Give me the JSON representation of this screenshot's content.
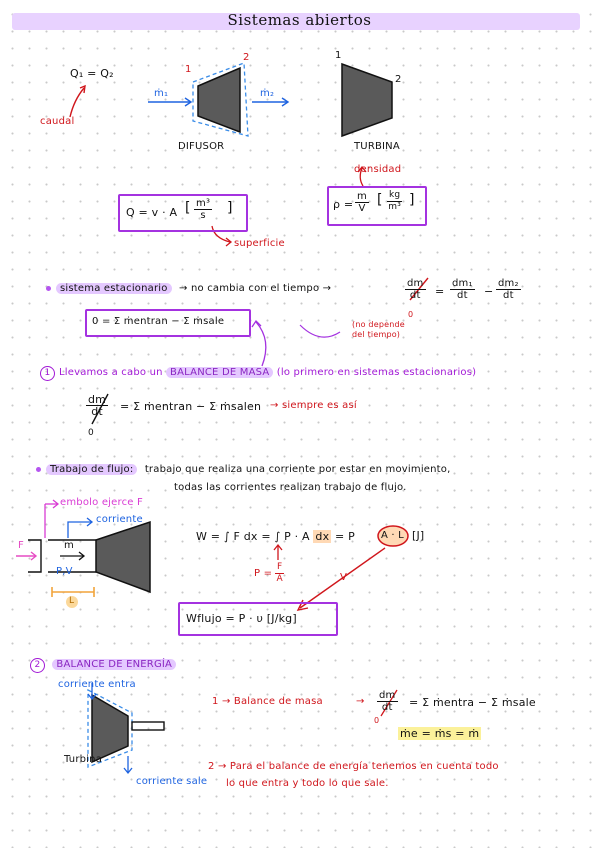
{
  "page": {
    "title": "Sistemas abiertos"
  },
  "top": {
    "q_eq": "Q₁ = Q₂",
    "caudal": "caudal",
    "m1": "ṁ₁",
    "m2": "ṁ₂",
    "n1": "1",
    "n2": "2",
    "t1": "1",
    "t2": "2",
    "difusor": "DIFUSOR",
    "turbina": "TURBINA",
    "densidad": "densidad",
    "q_formula": "Q = v · A",
    "q_unit_num": "m³",
    "q_unit_den": "s",
    "superficie": "superficie",
    "rho_lhs": "ρ =",
    "rho_num": "m",
    "rho_den": "V",
    "rho_unit_num": "kg",
    "rho_unit_den": "m³"
  },
  "estacionario": {
    "label": "sistema estacionario",
    "text": "→ no cambia con el tiempo →",
    "dm": "dm",
    "dt": "dt",
    "dm1": "dm₁",
    "dm2": "dm₂",
    "zero": "0",
    "no_depende": "(no depende\ndel tiempo)",
    "box": "0 = Σ ṁentran − Σ ṁsale"
  },
  "balance_masa": {
    "num": "1",
    "pre": "Llevamos a cabo un",
    "hl": "BALANCE DE MASA",
    "post": "(lo primero en sistemas estacionarios)",
    "eq": "= Σ ṁentran − Σ ṁsalen",
    "siempre": "→ siempre es así",
    "zero": "0"
  },
  "trabajo": {
    "hl": "Trabajo de flujo:",
    "line1": "trabajo que realiza una corriente por estar en movimiento,",
    "line2": "todas las corrientes realizan trabajo de flujo.",
    "embolo": "embolo ejerce F",
    "corriente": "corriente",
    "F": "F",
    "m": "m",
    "pv": "P,V",
    "L": "L",
    "w_eq": "W = ∫ F dx = ∫ P · A",
    "dx": "dx",
    "eq_P": "= P",
    "A_L": "A · L",
    "J": "[J]",
    "p_eq": "P =",
    "p_num": "F",
    "p_den": "A",
    "V": "V",
    "wflujo": "Wflujo = P · υ",
    "wunit": "[J/kg]"
  },
  "balance_energia": {
    "num": "2",
    "hl": "BALANCE DE ENERGÍA",
    "entra": "corriente entra",
    "sale": "corriente sale",
    "turbina": "Turbina",
    "p1_num": "1 →",
    "p1_text": "Balance de masa",
    "arrow": "→",
    "eq": "= Σ ṁentra − Σ ṁsale",
    "zero": "0",
    "me": "ṁe = ṁs = ṁ",
    "p2_num": "2 →",
    "p2_line1": "Para el balance de energía tenemos en cuenta todo",
    "p2_line2": "lo que entra y todo lo que sale."
  },
  "colors": {
    "red": "#d0161c",
    "blue": "#1e63e0",
    "purple": "#a432e0",
    "highlight_purple": "#e4c8ff",
    "highlight_green": "#d8f2c9",
    "highlight_yellow": "#fbf19a"
  }
}
